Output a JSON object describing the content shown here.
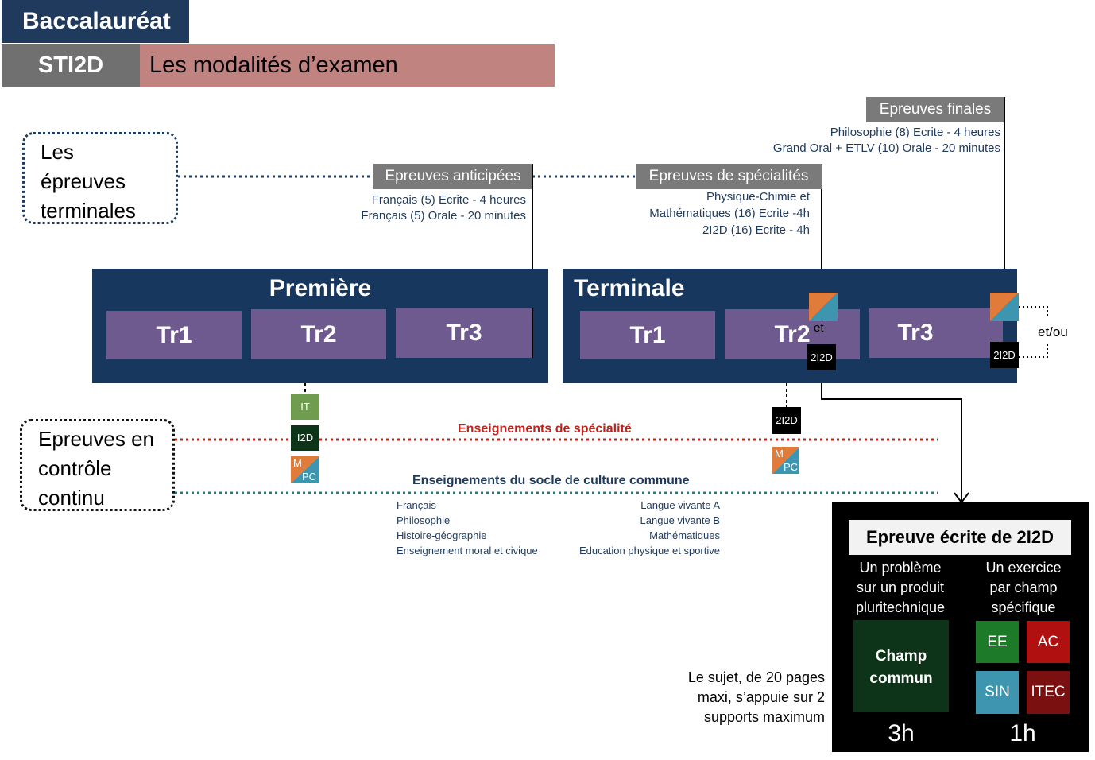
{
  "header": {
    "title": "Baccalauréat",
    "series": "STI2D",
    "subtitle": "Les modalités d’examen"
  },
  "categories": {
    "terminal_exams": "Les épreuves terminales",
    "continuous": "Epreuves en contrôle continu"
  },
  "anticipated": {
    "label": "Epreuves anticipées",
    "lines": [
      "Français (5) Ecrite - 4 heures",
      "Français (5) Orale - 20 minutes"
    ]
  },
  "specialty_exams": {
    "label": "Epreuves de spécialités",
    "lines": [
      "Physique-Chimie et",
      "Mathématiques (16) Ecrite -4h",
      "2I2D (16) Ecrite - 4h"
    ]
  },
  "final_exams": {
    "label": "Epreuves finales",
    "lines": [
      "Philosophie (8) Ecrite - 4 heures",
      "Grand Oral + ETLV (10) Orale - 20 minutes"
    ]
  },
  "years": {
    "premiere": {
      "title": "Première",
      "terms": [
        "Tr1",
        "Tr2",
        "Tr3"
      ]
    },
    "terminale": {
      "title": "Terminale",
      "terms": [
        "Tr1",
        "Tr2",
        "Tr3"
      ]
    }
  },
  "badges": {
    "it": "IT",
    "i2d": "I2D",
    "m": "M",
    "pc": "PC",
    "two_i2d": "2I2D",
    "et": "et",
    "et_ou": "et/ou"
  },
  "lines_labels": {
    "specialty": "Enseignements de spécialité",
    "common": "Enseignements du socle de culture commune"
  },
  "common_subjects": {
    "left": [
      "Français",
      "Philosophie",
      "Histoire-géographie",
      "Enseignement moral et civique"
    ],
    "right": [
      "Langue vivante A",
      "Langue vivante B",
      "Mathématiques",
      "Education physique et sportive"
    ]
  },
  "written_exam": {
    "title": "Epreuve écrite de 2I2D",
    "left_desc": [
      "Un problème",
      "sur un produit",
      "pluritechnique"
    ],
    "right_desc": [
      "Un exercice",
      "par champ",
      "spécifique"
    ],
    "common_field": [
      "Champ",
      "commun"
    ],
    "fields": [
      "EE",
      "AC",
      "SIN",
      "ITEC"
    ],
    "left_duration": "3h",
    "right_duration": "1h"
  },
  "note": [
    "Le sujet, de 20 pages",
    "maxi, s’appuie sur 2",
    "supports maximum"
  ],
  "colors": {
    "navy": "#17375e",
    "purple": "#6f5a8f",
    "gray": "#7a7a7a",
    "rose": "#c08380",
    "specialty_line": "#c0221a",
    "common_line": "#2b7a7a",
    "orange": "#e07b39",
    "teal": "#3d95b0",
    "dark_green": "#0d3319",
    "green": "#1c7a28",
    "red": "#b01010",
    "dark_red": "#7a1010",
    "light_green": "#6f9c4e"
  }
}
